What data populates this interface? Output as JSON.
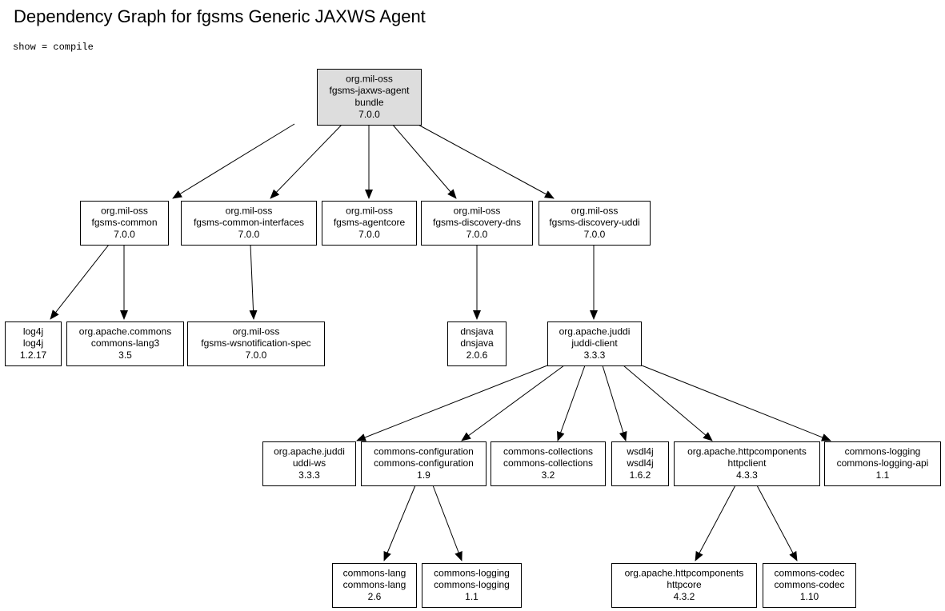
{
  "title": "Dependency Graph for fgsms Generic JAXWS Agent",
  "subtitle": "show = compile",
  "colors": {
    "root_fill": "#dddddd",
    "node_fill": "#ffffff",
    "stroke": "#000000"
  },
  "nodes": [
    {
      "id": "root",
      "lines": [
        "org.mil-oss",
        "fgsms-jaxws-agent",
        "bundle",
        "7.0.0"
      ],
      "root": true
    },
    {
      "id": "fgsms-common",
      "lines": [
        "org.mil-oss",
        "fgsms-common",
        "7.0.0"
      ]
    },
    {
      "id": "fgsms-common-interfaces",
      "lines": [
        "org.mil-oss",
        "fgsms-common-interfaces",
        "7.0.0"
      ]
    },
    {
      "id": "fgsms-agentcore",
      "lines": [
        "org.mil-oss",
        "fgsms-agentcore",
        "7.0.0"
      ]
    },
    {
      "id": "fgsms-discovery-dns",
      "lines": [
        "org.mil-oss",
        "fgsms-discovery-dns",
        "7.0.0"
      ]
    },
    {
      "id": "fgsms-discovery-uddi",
      "lines": [
        "org.mil-oss",
        "fgsms-discovery-uddi",
        "7.0.0"
      ]
    },
    {
      "id": "log4j",
      "lines": [
        "log4j",
        "log4j",
        "1.2.17"
      ]
    },
    {
      "id": "commons-lang3",
      "lines": [
        "org.apache.commons",
        "commons-lang3",
        "3.5"
      ]
    },
    {
      "id": "fgsms-wsnotification-spec",
      "lines": [
        "org.mil-oss",
        "fgsms-wsnotification-spec",
        "7.0.0"
      ]
    },
    {
      "id": "dnsjava",
      "lines": [
        "dnsjava",
        "dnsjava",
        "2.0.6"
      ]
    },
    {
      "id": "juddi-client",
      "lines": [
        "org.apache.juddi",
        "juddi-client",
        "3.3.3"
      ]
    },
    {
      "id": "uddi-ws",
      "lines": [
        "org.apache.juddi",
        "uddi-ws",
        "3.3.3"
      ]
    },
    {
      "id": "commons-configuration",
      "lines": [
        "commons-configuration",
        "commons-configuration",
        "1.9"
      ]
    },
    {
      "id": "commons-collections",
      "lines": [
        "commons-collections",
        "commons-collections",
        "3.2"
      ]
    },
    {
      "id": "wsdl4j",
      "lines": [
        "wsdl4j",
        "wsdl4j",
        "1.6.2"
      ]
    },
    {
      "id": "httpclient",
      "lines": [
        "org.apache.httpcomponents",
        "httpclient",
        "4.3.3"
      ]
    },
    {
      "id": "commons-logging-api",
      "lines": [
        "commons-logging",
        "commons-logging-api",
        "1.1"
      ]
    },
    {
      "id": "commons-lang",
      "lines": [
        "commons-lang",
        "commons-lang",
        "2.6"
      ]
    },
    {
      "id": "commons-logging",
      "lines": [
        "commons-logging",
        "commons-logging",
        "1.1"
      ]
    },
    {
      "id": "httpcore",
      "lines": [
        "org.apache.httpcomponents",
        "httpcore",
        "4.3.2"
      ]
    },
    {
      "id": "commons-codec",
      "lines": [
        "commons-codec",
        "commons-codec",
        "1.10"
      ]
    }
  ],
  "edges": [
    {
      "from": "root",
      "to": "fgsms-common"
    },
    {
      "from": "root",
      "to": "fgsms-common-interfaces"
    },
    {
      "from": "root",
      "to": "fgsms-agentcore"
    },
    {
      "from": "root",
      "to": "fgsms-discovery-dns"
    },
    {
      "from": "root",
      "to": "fgsms-discovery-uddi"
    },
    {
      "from": "fgsms-common",
      "to": "log4j"
    },
    {
      "from": "fgsms-common",
      "to": "commons-lang3"
    },
    {
      "from": "fgsms-common-interfaces",
      "to": "fgsms-wsnotification-spec"
    },
    {
      "from": "fgsms-discovery-dns",
      "to": "dnsjava"
    },
    {
      "from": "fgsms-discovery-uddi",
      "to": "juddi-client"
    },
    {
      "from": "juddi-client",
      "to": "uddi-ws"
    },
    {
      "from": "juddi-client",
      "to": "commons-configuration"
    },
    {
      "from": "juddi-client",
      "to": "commons-collections"
    },
    {
      "from": "juddi-client",
      "to": "wsdl4j"
    },
    {
      "from": "juddi-client",
      "to": "httpclient"
    },
    {
      "from": "juddi-client",
      "to": "commons-logging-api"
    },
    {
      "from": "commons-configuration",
      "to": "commons-lang"
    },
    {
      "from": "commons-configuration",
      "to": "commons-logging"
    },
    {
      "from": "httpclient",
      "to": "httpcore"
    },
    {
      "from": "httpclient",
      "to": "commons-codec"
    }
  ]
}
